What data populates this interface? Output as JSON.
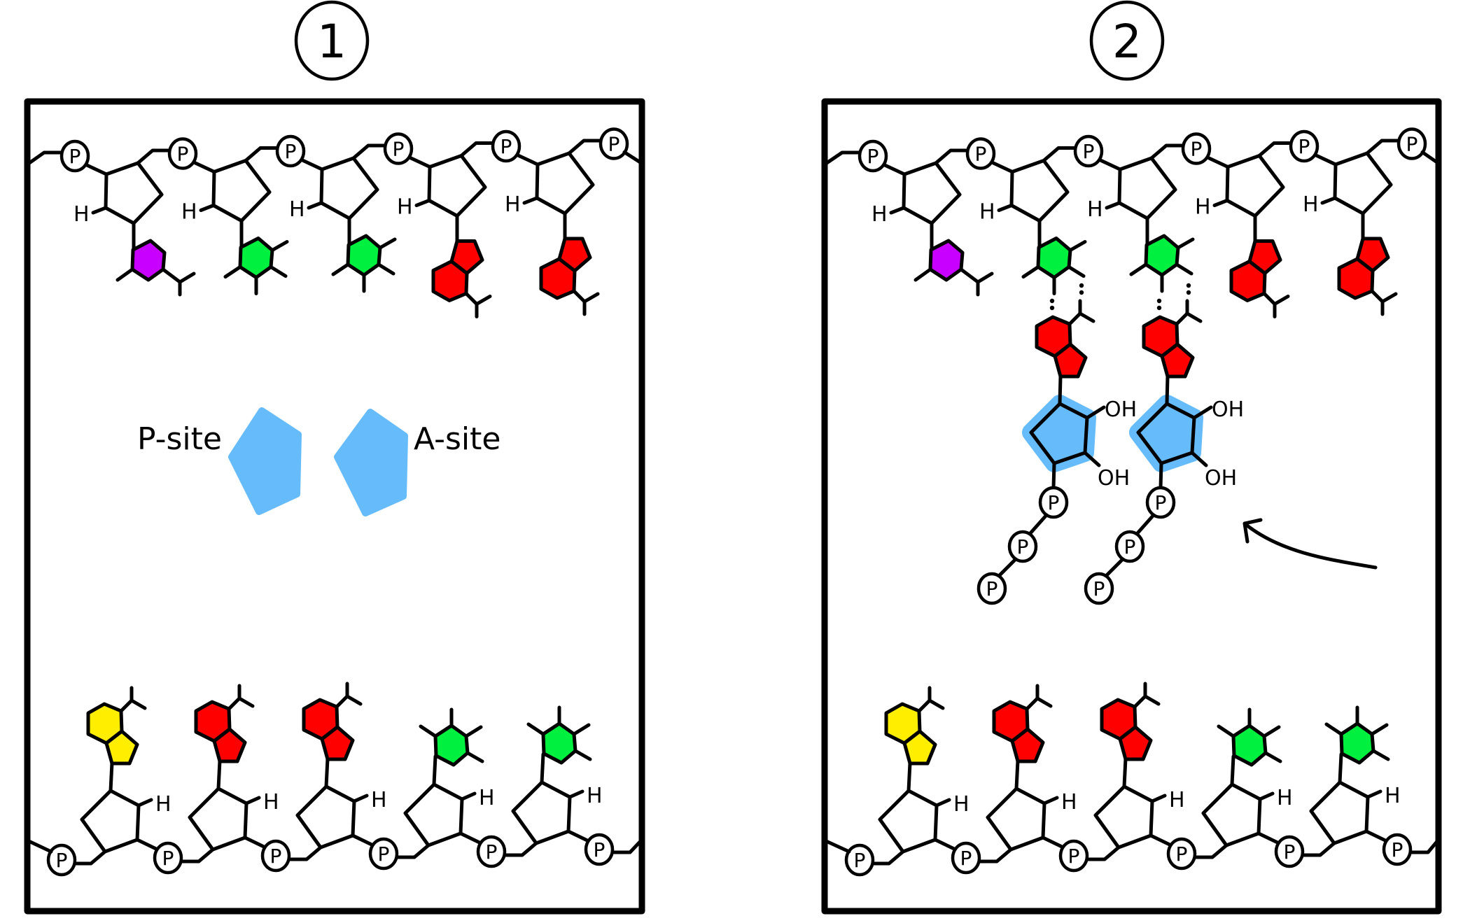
{
  "panels": [
    {
      "number": "1",
      "top_strand": [
        "pyrimidine-purple",
        "pyrimidine-green",
        "pyrimidine-green",
        "purine-red",
        "purine-red"
      ],
      "bottom_strand": [
        "purine-yellow",
        "purine-red",
        "purine-red",
        "pyrimidine-green",
        "pyrimidine-green"
      ],
      "sites": [
        {
          "label": "P-site",
          "color": "#66bbfa"
        },
        {
          "label": "A-site",
          "color": "#66bbfa"
        }
      ],
      "incoming": []
    },
    {
      "number": "2",
      "top_strand": [
        "pyrimidine-purple",
        "pyrimidine-green",
        "pyrimidine-green",
        "purine-red",
        "purine-red"
      ],
      "bottom_strand": [
        "purine-yellow",
        "purine-red",
        "purine-red",
        "pyrimidine-green",
        "pyrimidine-green"
      ],
      "sites": [],
      "incoming": [
        {
          "base": "purine-red",
          "pairs_with_top_index": 1,
          "sugar_highlight": "#66bbfa",
          "hydroxyl_labels": [
            "OH",
            "OH"
          ],
          "phosphates": 3
        },
        {
          "base": "purine-red",
          "pairs_with_top_index": 2,
          "sugar_highlight": "#66bbfa",
          "hydroxyl_labels": [
            "OH",
            "OH"
          ],
          "phosphates": 3
        }
      ],
      "arrow": "incoming-nucleotide-arrow"
    }
  ],
  "labels": {
    "phosphate": "P",
    "hydrogen": "H"
  },
  "colors": {
    "purple": "#c800ff",
    "green": "#00f040",
    "red": "#ff0000",
    "yellow": "#ffee00",
    "site_blue": "#66bbfa"
  }
}
